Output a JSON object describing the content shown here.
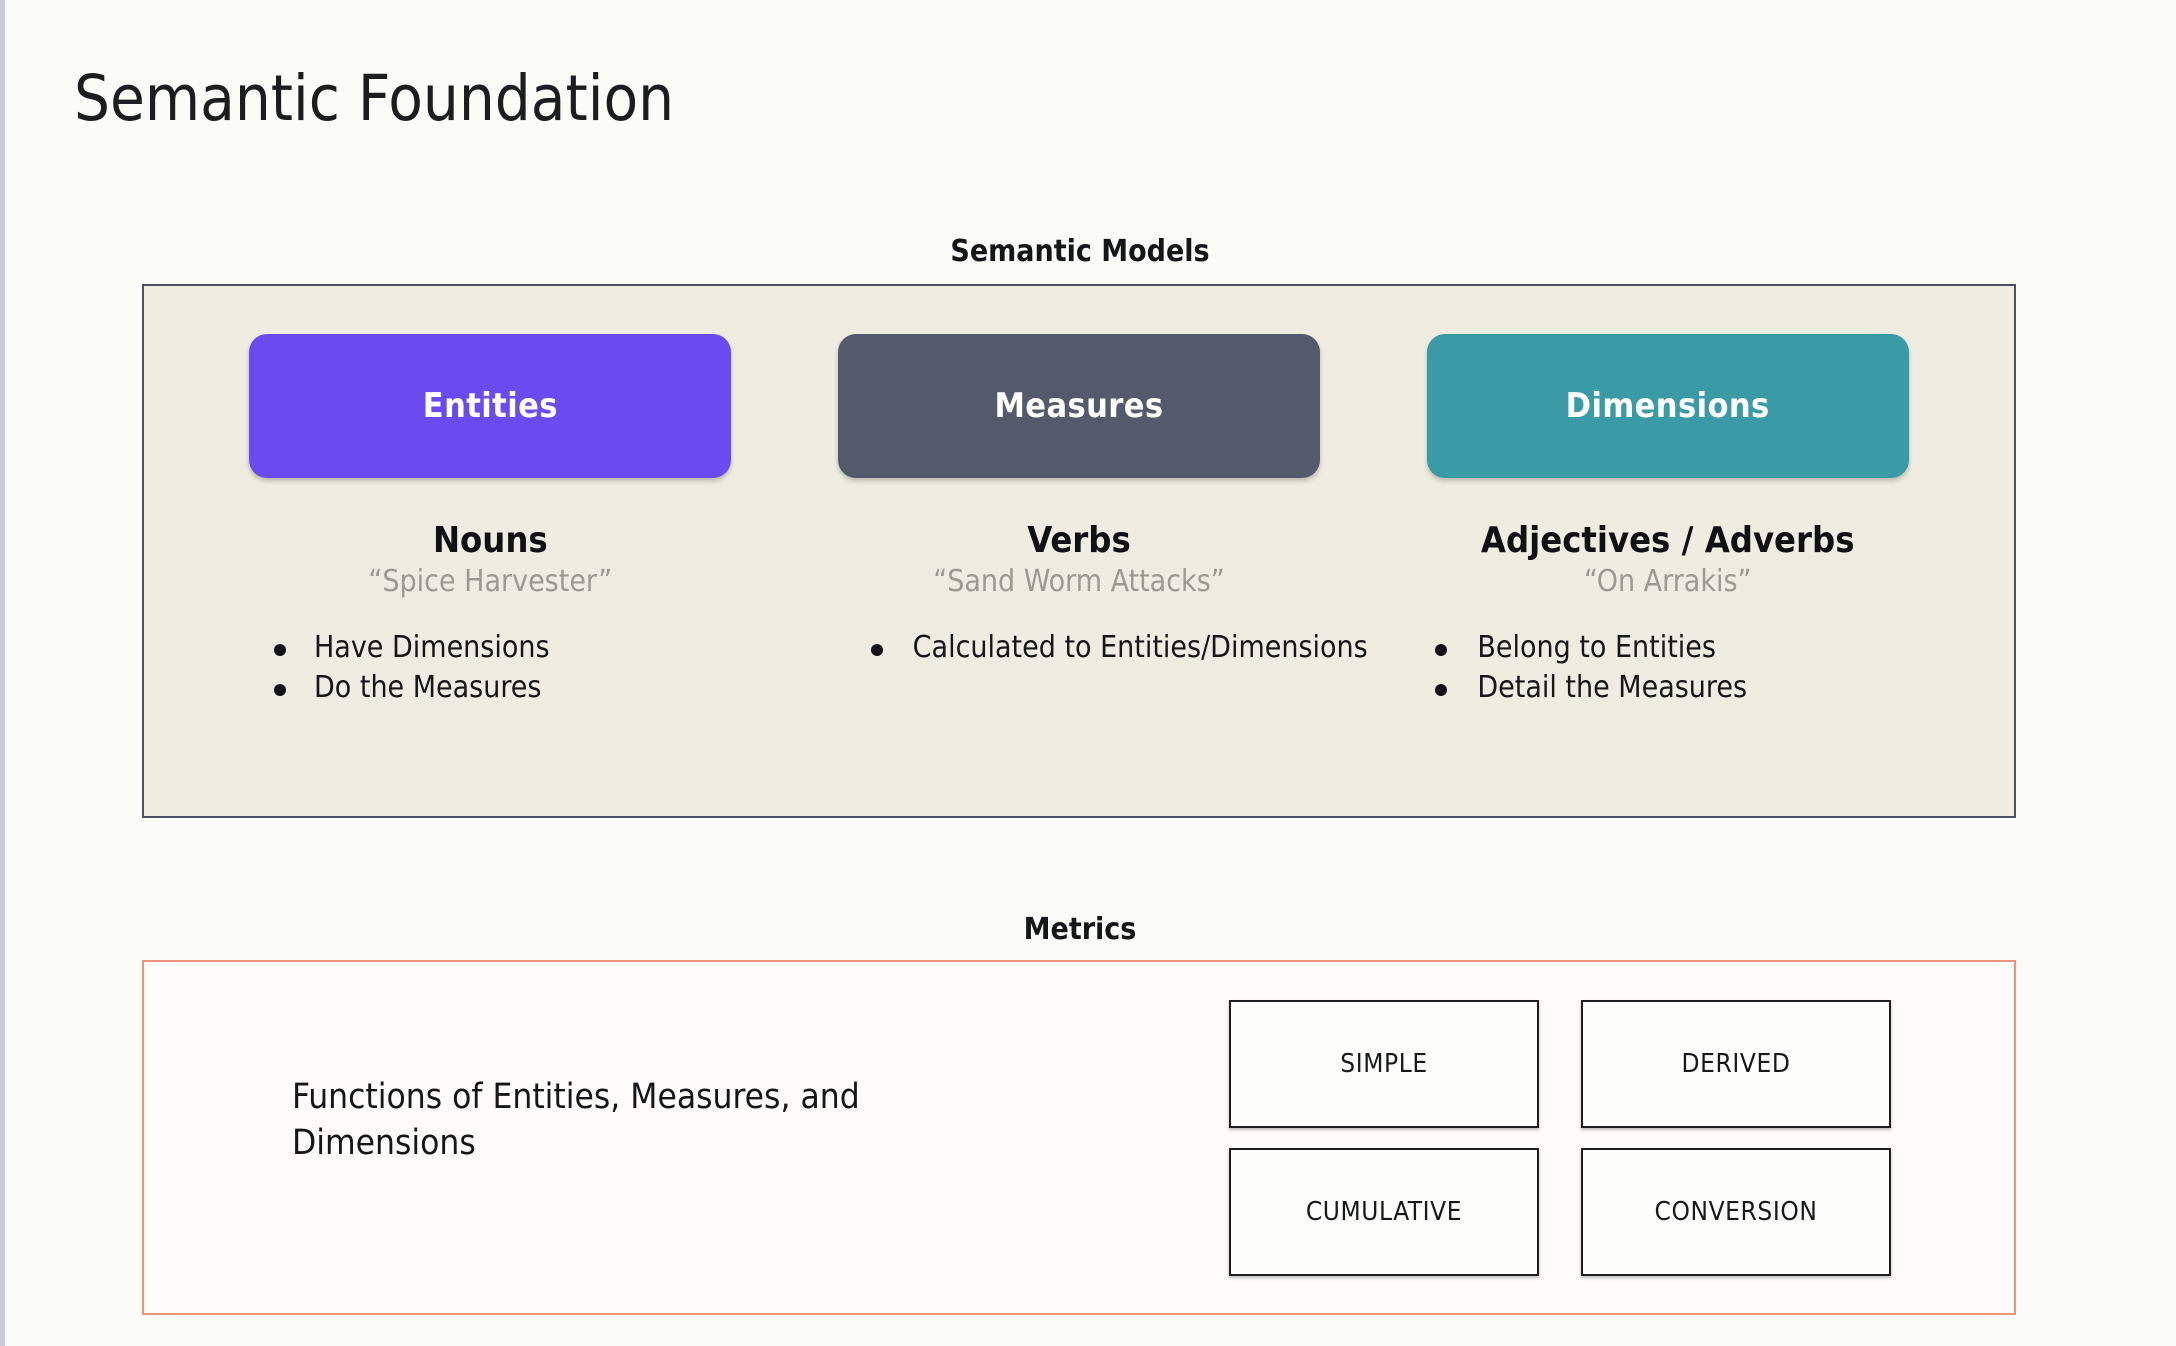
{
  "slide": {
    "title": "Semantic Foundation",
    "background_color": "#fbfbf7"
  },
  "semantic_models": {
    "heading": "Semantic Models",
    "panel_background": "#efede1",
    "panel_border_color": "#4c5260",
    "columns": [
      {
        "pill_label": "Entities",
        "pill_color": "#6a4bef",
        "part_of_speech": "Nouns",
        "example": "“Spice Harvester”",
        "bullets": [
          "Have Dimensions",
          "Do the Measures"
        ]
      },
      {
        "pill_label": "Measures",
        "pill_color": "#525a6b",
        "part_of_speech": "Verbs",
        "example": "“Sand Worm Attacks”",
        "bullets": [
          "Calculated to Entities/Dimensions"
        ]
      },
      {
        "pill_label": "Dimensions",
        "pill_color": "#3a9aa6",
        "part_of_speech": "Adjectives / Adverbs",
        "example": "“On Arrakis”",
        "bullets": [
          "Belong to Entities",
          "Detail the Measures"
        ]
      }
    ]
  },
  "metrics": {
    "heading": "Metrics",
    "panel_border_color": "#e8937a",
    "description": "Functions of Entities, Measures, and Dimensions",
    "types": [
      "SIMPLE",
      "DERIVED",
      "CUMULATIVE",
      "CONVERSION"
    ]
  }
}
